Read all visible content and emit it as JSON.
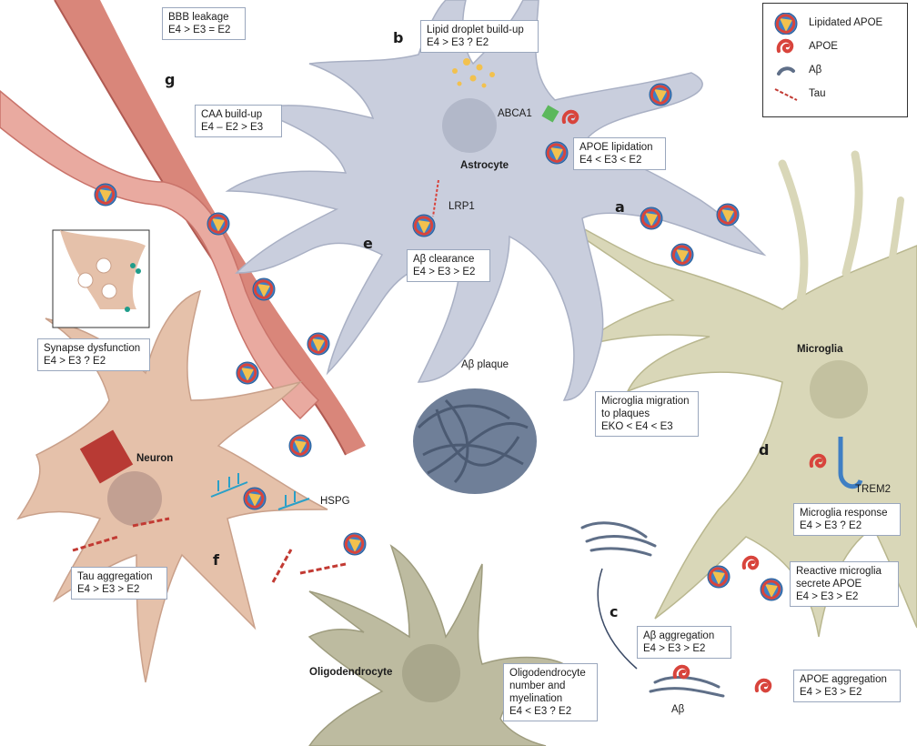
{
  "legend": {
    "items": [
      {
        "icon": "lipidated-apoe-icon",
        "label": "Lipidated APOE"
      },
      {
        "icon": "apoe-icon",
        "label": "APOE"
      },
      {
        "icon": "abeta-icon",
        "label": "Aβ"
      },
      {
        "icon": "tau-icon",
        "label": "Tau"
      }
    ]
  },
  "cells": {
    "astrocyte": "Astrocyte",
    "microglia": "Microglia",
    "neuron": "Neuron",
    "oligodendrocyte": "Oligodendrocyte"
  },
  "labels": {
    "abca1": "ABCA1",
    "lrp1": "LRP1",
    "hspg": "HSPG",
    "trem2": "TREM2",
    "abeta_plaque": "Aβ plaque",
    "abeta_small": "Aβ"
  },
  "letters": {
    "a": "a",
    "b": "b",
    "c": "c",
    "d": "d",
    "e": "e",
    "f": "f",
    "g": "g"
  },
  "boxes": {
    "bbb": [
      "BBB leakage",
      "E4 > E3 = E2"
    ],
    "lipid": [
      "Lipid droplet build-up",
      "E4 > E3 ? E2"
    ],
    "caa": [
      "CAA build-up",
      "E4 – E2 > E3"
    ],
    "apoe_lipidation": [
      "APOE lipidation",
      "E4 < E3 < E2"
    ],
    "abeta_clearance": [
      "Aβ clearance",
      "E4 > E3 > E2"
    ],
    "synapse": [
      "Synapse dysfunction",
      "E4 > E3 ? E2"
    ],
    "migration": [
      "Microglia migration",
      "to plaques",
      "EKO < E4 < E3"
    ],
    "tau": [
      "Tau aggregation",
      "E4 > E3 > E2"
    ],
    "microglia_response": [
      "Microglia response",
      "E4 > E3 ? E2"
    ],
    "reactive": [
      "Reactive microglia",
      "secrete APOE",
      "E4 > E3 > E2"
    ],
    "abeta_aggregation": [
      "Aβ aggregation",
      "E4 > E3 > E2"
    ],
    "oligo": [
      "Oligodendrocyte",
      "number and",
      "myelination",
      "E4 < E3 ? E2"
    ],
    "apoe_aggregation": [
      "APOE aggregation",
      "E4 > E3 > E2"
    ]
  },
  "colors": {
    "astrocyte": "#c9cedd",
    "microglia": "#d9d7b8",
    "neuron": "#e5c1aa",
    "oligodendrocyte": "#bdbba0",
    "vessel": "#d9867a",
    "apoe_red": "#d8443c",
    "lipid_blue": "#3f7fc4",
    "lipid_yellow": "#f2c14e",
    "abeta": "#5f6f88",
    "hspg": "#2aa0c8"
  }
}
